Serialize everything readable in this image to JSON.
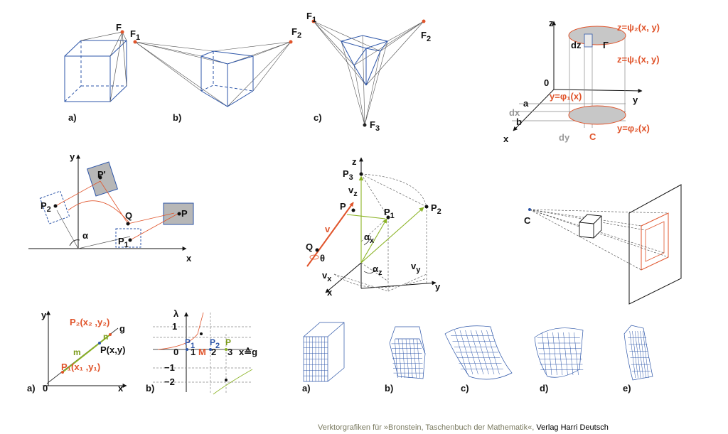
{
  "panel_perspective": {
    "a": {
      "label": "a)",
      "focus": "F"
    },
    "b": {
      "label": "b)",
      "f1": "F",
      "f1_sub": "1",
      "f2": "F",
      "f2_sub": "2"
    },
    "c": {
      "label": "c)",
      "f1": "F",
      "f1_sub": "1",
      "f2": "F",
      "f2_sub": "2",
      "f3": "F",
      "f3_sub": "3"
    }
  },
  "panel_integral": {
    "z": "z",
    "y": "y",
    "x": "x",
    "zero": "0",
    "a": "a",
    "b": "b",
    "dx": "dx",
    "dy": "dy",
    "dz": "dz",
    "gamma": "Γ",
    "c": "C",
    "psi2": "z=ψ₂(x, y)",
    "psi1": "z=ψ₁(x, y)",
    "phi1": "y=φ₁(x)",
    "phi2": "y=φ₂(x)"
  },
  "panel_rotation": {
    "y": "y",
    "x": "x",
    "alpha": "α",
    "p": "P",
    "p1": "P",
    "p1_sub": "1",
    "p2": "P",
    "p2_sub": "2",
    "pp": "P'",
    "q": "Q"
  },
  "panel_vector": {
    "z": "z",
    "y": "y",
    "x": "x",
    "p": "P",
    "p1": "P",
    "p1_sub": "1",
    "p2": "P",
    "p2_sub": "2",
    "p3": "P",
    "p3_sub": "3",
    "q": "Q",
    "v": "v",
    "vz": "v",
    "vz_sub": "z",
    "vx": "v",
    "vx_sub": "x",
    "vy": "v",
    "vy_sub": "y",
    "ax": "α",
    "ax_sub": "x",
    "az": "α",
    "az_sub": "z",
    "theta": "θ"
  },
  "panel_projection": {
    "c": "C"
  },
  "panel_line": {
    "label": "a)",
    "y": "y",
    "x": "x",
    "zero": "0",
    "g": "g",
    "pxy": "P(x,y)",
    "m": "m",
    "n": "n",
    "p1": "P₁(x₁ ,y₁)",
    "p2": "P₂(x₂ ,y₂)"
  },
  "panel_lambda": {
    "label": "b)",
    "lambda": "λ",
    "t1": "1",
    "t0": "0",
    "tm1": "−1",
    "tm2": "−2",
    "x1": "1",
    "x2": "2",
    "x3": "3",
    "xg": "x≙g",
    "p1": "P",
    "p1_sub": "1",
    "p2": "P",
    "p2_sub": "2",
    "p": "P",
    "m": "M"
  },
  "panel_grids": {
    "labels": [
      "a)",
      "b)",
      "c)",
      "d)",
      "e)"
    ]
  },
  "credit": {
    "text": "Verktorgrafiken für »Bronstein, Taschenbuch der Mathematik«,",
    "publisher": "Verlag Harri Deutsch"
  },
  "colors": {
    "orange": "#e0542b",
    "blue": "#2c55a8",
    "green": "#8bb325",
    "gray": "#888888"
  }
}
